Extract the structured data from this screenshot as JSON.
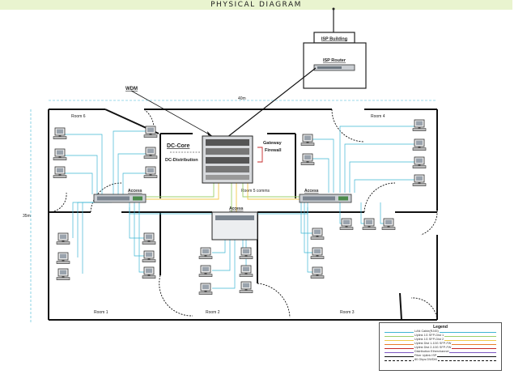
{
  "title": "PHYSICAL DIAGRAM",
  "isp": {
    "building": "ISP Building",
    "router": "ISP Router"
  },
  "labels": {
    "wdm": "WDM",
    "dimension_width": "40m",
    "dimension_height": "35m",
    "dc_core": "DC-Core",
    "dc_distribution": "DC-Distribution",
    "gateway": "Gateway",
    "firewall": "Firewall",
    "access_left": "Access",
    "access_right": "Access",
    "access_center": "Access",
    "room5_comms": "Room 5 comms"
  },
  "rooms": {
    "room6": "Room 6",
    "room4": "Room 4",
    "room1": "Room 1",
    "room2": "Room 2",
    "room3": "Room 3"
  },
  "legend": {
    "title": "Legend",
    "items": [
      {
        "label": "LAN Cable(RJ45)",
        "color": "#3fb6d3"
      },
      {
        "label": "Uplink 1G SFP-Dist 1",
        "color": "#9ed06b"
      },
      {
        "label": "Uplink 1G SFP-Dist 2",
        "color": "#f2c94c"
      },
      {
        "label": "Uplink Dist 1-10G SFP-FW",
        "color": "#e87b2c"
      },
      {
        "label": "Uplink Dist 2-10G SFP-FW",
        "color": "#c62828"
      },
      {
        "label": "Distribution Etherchannel",
        "color": "#7e57c2"
      },
      {
        "label": "Fiber Uplink ISP",
        "color": "#111111"
      },
      {
        "label": "80 Gbps DWDM",
        "color": "#111111"
      }
    ]
  },
  "colors": {
    "lan": "#3fb6d3",
    "uplink_dist1": "#9ed06b",
    "uplink_dist2": "#f2c94c",
    "uplink_fw1": "#e87b2c",
    "uplink_fw2": "#c62828",
    "etherchannel": "#7e57c2",
    "wall": "#111111"
  },
  "icons": {
    "computer": "desktop-computer-icon",
    "switch": "network-switch-icon",
    "rack": "server-rack-icon",
    "router": "router-icon",
    "building": "building-icon"
  }
}
